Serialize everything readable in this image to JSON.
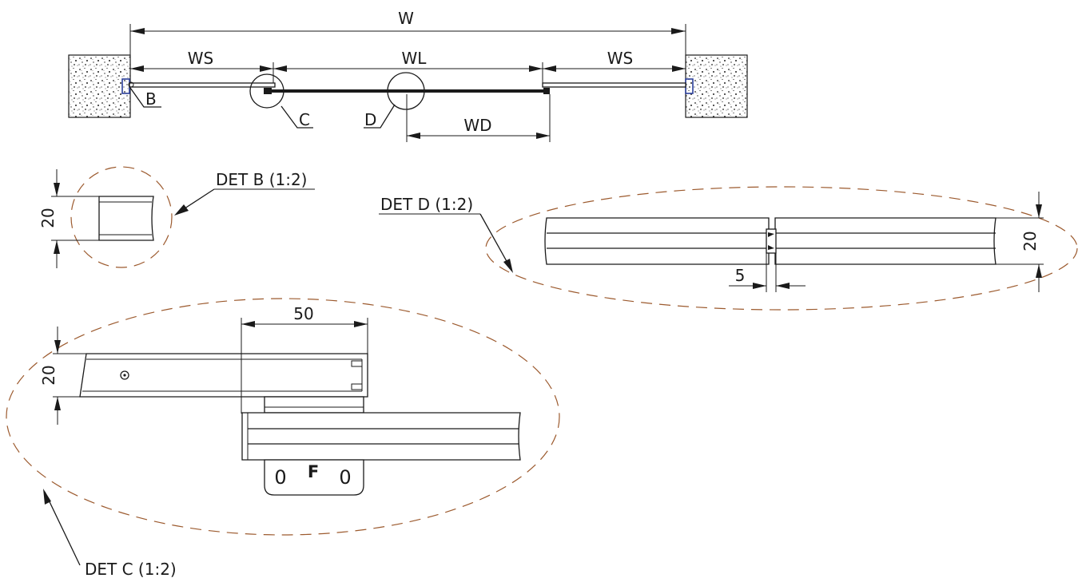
{
  "overview": {
    "dim_total": "W",
    "dim_side_left": "WS",
    "dim_leaf": "WL",
    "dim_side_right": "WS",
    "dim_door": "WD",
    "callout_b": "B",
    "callout_c": "C",
    "callout_d": "D"
  },
  "details": {
    "b": {
      "title": "DET B (1:2)",
      "dim_height": "20"
    },
    "d": {
      "title": "DET D (1:2)",
      "dim_height": "20",
      "dim_gap": "5"
    },
    "c": {
      "title": "DET C (1:2)",
      "dim_height": "20",
      "dim_width": "50",
      "plate_mark": "F",
      "slot_left": "0",
      "slot_right": "0"
    }
  },
  "colors": {
    "line": "#1a1a1a",
    "detail_circle": "#9c5a2e",
    "bracket": "#2b3f99"
  }
}
